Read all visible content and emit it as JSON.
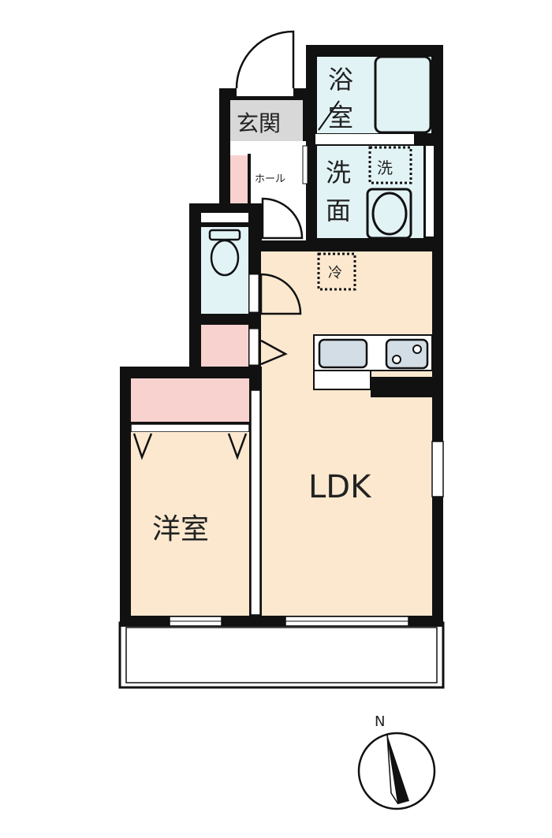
{
  "rooms": {
    "bath": "浴室",
    "bath_top": "浴",
    "bath_bottom": "室",
    "entrance": "玄関",
    "hall": "ホール",
    "washroom_top": "洗",
    "washroom_bottom": "面",
    "washer": "洗",
    "fridge": "冷",
    "ldk": "LDK",
    "western_room": "洋室"
  },
  "compass": {
    "north_label": "N"
  },
  "colors": {
    "wall": "#111111",
    "ldk_floor": "#fbe8cf",
    "wet_area": "#e2f3f6",
    "storage": "#f8d2cf",
    "entrance": "#d8d8d8",
    "sink": "#d3dde6"
  }
}
